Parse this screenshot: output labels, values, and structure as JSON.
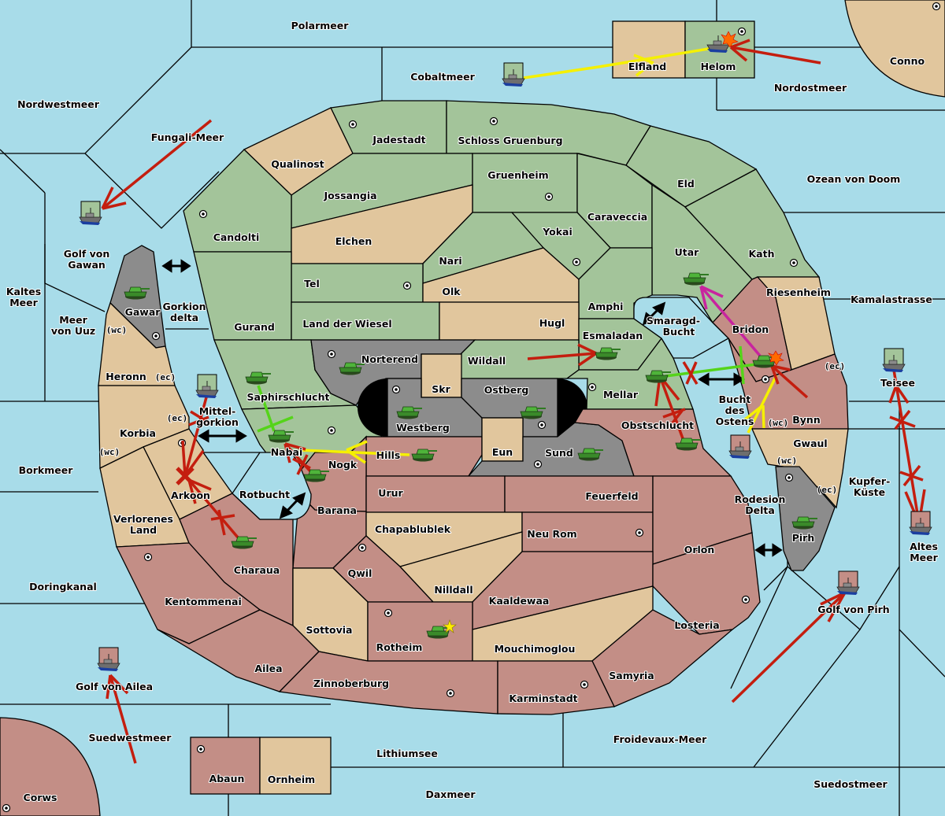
{
  "colors": {
    "sea": "#a8dce9",
    "green_power": "#a3c49a",
    "tan_neutral": "#e1c69d",
    "red_power": "#c38e86",
    "gray_power": "#8c8c8c",
    "impassable": "#000000",
    "order_move": "#c41e0f",
    "order_support_yellow": "#f5f000",
    "order_support_green": "#55d41a",
    "order_convoy_magenta": "#c8249f",
    "bidir_arrow": "#000000"
  },
  "seas": [
    {
      "name": "Polarmeer",
      "label": "Polarmeer"
    },
    {
      "name": "Cobaltmeer",
      "label": "Cobaltmeer"
    },
    {
      "name": "Nordostmeer",
      "label": "Nordostmeer"
    },
    {
      "name": "Nordwestmeer",
      "label": "Nordwestmeer"
    },
    {
      "name": "Fungali-Meer",
      "label": "Fungali-Meer"
    },
    {
      "name": "Golf von Gawan",
      "label": "Golf von Gawan"
    },
    {
      "name": "Kaltes Meer",
      "label": "Kaltes Meer"
    },
    {
      "name": "Meer von Uuz",
      "label": "Meer von Uuz"
    },
    {
      "name": "Gorkion delta",
      "label": "Gorkion delta"
    },
    {
      "name": "Mittelgorkion",
      "label": "Mittel-gorkion"
    },
    {
      "name": "Borkmeer",
      "label": "Borkmeer"
    },
    {
      "name": "Rotbucht",
      "label": "Rotbucht"
    },
    {
      "name": "Doringkanal",
      "label": "Doringkanal"
    },
    {
      "name": "Golf von Ailea",
      "label": "Golf von Ailea"
    },
    {
      "name": "Suedwestmeer",
      "label": "Suedwestmeer"
    },
    {
      "name": "Lithiumsee",
      "label": "Lithiumsee"
    },
    {
      "name": "Daxmeer",
      "label": "Daxmeer"
    },
    {
      "name": "Froidevaux-Meer",
      "label": "Froidevaux-Meer"
    },
    {
      "name": "Suedostmeer",
      "label": "Suedostmeer"
    },
    {
      "name": "Golf von Pirh",
      "label": "Golf von Pirh"
    },
    {
      "name": "Altes Meer",
      "label": "Altes Meer"
    },
    {
      "name": "Kupfer-Kueste",
      "label": "Kupfer-Küste"
    },
    {
      "name": "Teisee",
      "label": "Teisee"
    },
    {
      "name": "Kamalastrasse",
      "label": "Kamalastrasse"
    },
    {
      "name": "Ozean von Doom",
      "label": "Ozean von Doom"
    },
    {
      "name": "Smaragd-Bucht",
      "label": "Smaragd-Bucht"
    },
    {
      "name": "Bucht des Ostens",
      "label": "Bucht des Ostens"
    },
    {
      "name": "Rodesion Delta",
      "label": "Rodesion Delta"
    }
  ],
  "provinces": [
    {
      "name": "Elfland",
      "owner": "tan",
      "supply": false
    },
    {
      "name": "Helom",
      "owner": "green",
      "supply": true
    },
    {
      "name": "Conno",
      "owner": "tan",
      "supply": true
    },
    {
      "name": "Jadestadt",
      "owner": "green",
      "supply": true
    },
    {
      "name": "Schloss Gruenburg",
      "owner": "green",
      "supply": true
    },
    {
      "name": "Qualinost",
      "owner": "tan",
      "supply": false
    },
    {
      "name": "Jossangia",
      "owner": "green",
      "supply": false
    },
    {
      "name": "Gruenheim",
      "owner": "green",
      "supply": true
    },
    {
      "name": "Eld",
      "owner": "green",
      "supply": false
    },
    {
      "name": "Candolti",
      "owner": "green",
      "supply": true
    },
    {
      "name": "Elchen",
      "owner": "tan",
      "supply": false
    },
    {
      "name": "Caraveccia",
      "owner": "green",
      "supply": false
    },
    {
      "name": "Yokai",
      "owner": "green",
      "supply": true
    },
    {
      "name": "Nari",
      "owner": "green",
      "supply": false
    },
    {
      "name": "Utar",
      "owner": "green",
      "supply": false
    },
    {
      "name": "Kath",
      "owner": "green",
      "supply": true
    },
    {
      "name": "Tel",
      "owner": "green",
      "supply": true
    },
    {
      "name": "Olk",
      "owner": "tan",
      "supply": false
    },
    {
      "name": "Amphi",
      "owner": "green",
      "supply": false
    },
    {
      "name": "Riesenheim",
      "owner": "tan",
      "supply": false
    },
    {
      "name": "Gurand",
      "owner": "green",
      "supply": false
    },
    {
      "name": "Land der Wiesel",
      "owner": "green",
      "supply": false
    },
    {
      "name": "Hugl",
      "owner": "tan",
      "supply": false
    },
    {
      "name": "Esmaladan",
      "owner": "green",
      "supply": false
    },
    {
      "name": "Bridon",
      "owner": "red",
      "supply": true
    },
    {
      "name": "Gawar",
      "owner": "gray",
      "supply": true
    },
    {
      "name": "Norterend",
      "owner": "gray",
      "supply": true
    },
    {
      "name": "Wildall",
      "owner": "green",
      "supply": false
    },
    {
      "name": "Skr",
      "owner": "tan",
      "supply": false
    },
    {
      "name": "Ostberg",
      "owner": "gray",
      "supply": true
    },
    {
      "name": "Westberg",
      "owner": "gray",
      "supply": true
    },
    {
      "name": "Mellar",
      "owner": "green",
      "supply": true
    },
    {
      "name": "Heronn",
      "owner": "tan",
      "supply": false
    },
    {
      "name": "Saphirschlucht",
      "owner": "green",
      "supply": false
    },
    {
      "name": "Korbia",
      "owner": "tan",
      "supply": false
    },
    {
      "name": "Nabai",
      "owner": "green",
      "supply": true
    },
    {
      "name": "Hills",
      "owner": "red",
      "supply": false
    },
    {
      "name": "Nogk",
      "owner": "red",
      "supply": false
    },
    {
      "name": "Eun",
      "owner": "tan",
      "supply": false
    },
    {
      "name": "Sund",
      "owner": "gray",
      "supply": true
    },
    {
      "name": "Obstschlucht",
      "owner": "red",
      "supply": false
    },
    {
      "name": "Bynn",
      "owner": "red",
      "supply": false
    },
    {
      "name": "Gwaul",
      "owner": "tan",
      "supply": false
    },
    {
      "name": "Arkoon",
      "owner": "tan",
      "supply": true
    },
    {
      "name": "Verlorenes Land",
      "owner": "tan",
      "supply": false
    },
    {
      "name": "Urur",
      "owner": "red",
      "supply": false
    },
    {
      "name": "Feuerfeld",
      "owner": "red",
      "supply": false
    },
    {
      "name": "Barana",
      "owner": "red",
      "supply": false
    },
    {
      "name": "Chapablublek",
      "owner": "tan",
      "supply": false
    },
    {
      "name": "Neu Rom",
      "owner": "red",
      "supply": true
    },
    {
      "name": "Orlon",
      "owner": "red",
      "supply": false
    },
    {
      "name": "Pirh",
      "owner": "gray",
      "supply": true
    },
    {
      "name": "Charaua",
      "owner": "red",
      "supply": false
    },
    {
      "name": "Qwil",
      "owner": "red",
      "supply": true
    },
    {
      "name": "Nilldall",
      "owner": "tan",
      "supply": false
    },
    {
      "name": "Kentommenai",
      "owner": "red",
      "supply": true
    },
    {
      "name": "Kaaldewaa",
      "owner": "red",
      "supply": false
    },
    {
      "name": "Losteria",
      "owner": "red",
      "supply": true
    },
    {
      "name": "Sottovia",
      "owner": "tan",
      "supply": false
    },
    {
      "name": "Rotheim",
      "owner": "red",
      "supply": true
    },
    {
      "name": "Mouchimoglou",
      "owner": "tan",
      "supply": false
    },
    {
      "name": "Ailea",
      "owner": "red",
      "supply": false
    },
    {
      "name": "Samyria",
      "owner": "red",
      "supply": false
    },
    {
      "name": "Zinnoberburg",
      "owner": "red",
      "supply": true
    },
    {
      "name": "Karminstadt",
      "owner": "red",
      "supply": true
    },
    {
      "name": "Abaun",
      "owner": "red",
      "supply": true
    },
    {
      "name": "Ornheim",
      "owner": "tan",
      "supply": false
    },
    {
      "name": "Corws",
      "owner": "red",
      "supply": true
    }
  ],
  "coast_tags": {
    "wc": "(wc)",
    "ec": "(ec)"
  },
  "units": [
    {
      "type": "fleet",
      "location": "Cobaltmeer",
      "owner": "green"
    },
    {
      "type": "fleet",
      "location": "Helom",
      "owner": "green",
      "dislodged": true
    },
    {
      "type": "fleet",
      "location": "Golf von Gawan",
      "owner": "green"
    },
    {
      "type": "fleet",
      "location": "Mittelgorkion",
      "owner": "green"
    },
    {
      "type": "fleet",
      "location": "Teisee",
      "owner": "green"
    },
    {
      "type": "fleet",
      "location": "Bucht des Ostens",
      "owner": "red"
    },
    {
      "type": "fleet",
      "location": "Altes Meer",
      "owner": "red"
    },
    {
      "type": "fleet",
      "location": "Golf von Pirh",
      "owner": "red"
    },
    {
      "type": "fleet",
      "location": "Golf von Ailea",
      "owner": "red"
    },
    {
      "type": "army",
      "location": "Gawar",
      "owner": "gray"
    },
    {
      "type": "army",
      "location": "Norterend",
      "owner": "gray"
    },
    {
      "type": "army",
      "location": "Westberg",
      "owner": "gray"
    },
    {
      "type": "army",
      "location": "Ostberg",
      "owner": "gray"
    },
    {
      "type": "army",
      "location": "Sund",
      "owner": "gray"
    },
    {
      "type": "army",
      "location": "Hills",
      "owner": "gray"
    },
    {
      "type": "army",
      "location": "Pirh",
      "owner": "gray"
    },
    {
      "type": "army",
      "location": "Saphirschlucht",
      "owner": "green"
    },
    {
      "type": "army",
      "location": "Nabai",
      "owner": "green"
    },
    {
      "type": "army",
      "location": "Nogk",
      "owner": "red"
    },
    {
      "type": "army",
      "location": "Charaua",
      "owner": "red"
    },
    {
      "type": "army",
      "location": "Esmaladan",
      "owner": "green"
    },
    {
      "type": "army",
      "location": "Mellar",
      "owner": "green"
    },
    {
      "type": "army",
      "location": "Obstschlucht",
      "owner": "red"
    },
    {
      "type": "army",
      "location": "Utar",
      "owner": "green"
    },
    {
      "type": "army",
      "location": "Bridon",
      "owner": "green",
      "dislodged": true
    },
    {
      "type": "army",
      "location": "Rotheim",
      "owner": "red",
      "built": true
    }
  ],
  "orders": [
    {
      "from": "Cobaltmeer",
      "to": "Helom",
      "kind": "support"
    },
    {
      "from": "Nordostmeer",
      "to": "Helom",
      "kind": "move"
    },
    {
      "from": "Fungali-Meer",
      "to": "Golf von Gawan",
      "kind": "move"
    },
    {
      "from": "Wildall",
      "to": "Esmaladan",
      "kind": "move"
    },
    {
      "from": "Hills",
      "to": "Nabai",
      "kind": "support"
    },
    {
      "from": "Saphirschlucht",
      "to": "Nabai",
      "kind": "support",
      "failed": true
    },
    {
      "from": "Nogk",
      "to": "Nabai",
      "kind": "move",
      "failed": true
    },
    {
      "from": "Mittelgorkion",
      "to": "Arkoon",
      "kind": "move",
      "failed": true
    },
    {
      "from": "Charaua",
      "to": "Arkoon",
      "kind": "move",
      "failed": true
    },
    {
      "from": "Mellar",
      "to": "Bridon",
      "kind": "support",
      "failed": true
    },
    {
      "from": "Obstschlucht",
      "to": "Mellar",
      "kind": "move",
      "failed": true
    },
    {
      "from": "Bridon",
      "to": "Utar",
      "kind": "retreat"
    },
    {
      "from": "Bucht des Ostens",
      "to": "Bridon",
      "kind": "support"
    },
    {
      "from": "Bynn",
      "to": "Bridon",
      "kind": "move"
    },
    {
      "from": "Teisee",
      "to": "Altes Meer",
      "kind": "move",
      "failed": true
    },
    {
      "from": "Altes Meer",
      "to": "Teisee",
      "kind": "move",
      "failed": true
    },
    {
      "from": "Froidevaux-Meer",
      "to": "Golf von Pirh",
      "kind": "move"
    },
    {
      "from": "Suedwestmeer",
      "to": "Golf von Ailea",
      "kind": "move"
    }
  ]
}
